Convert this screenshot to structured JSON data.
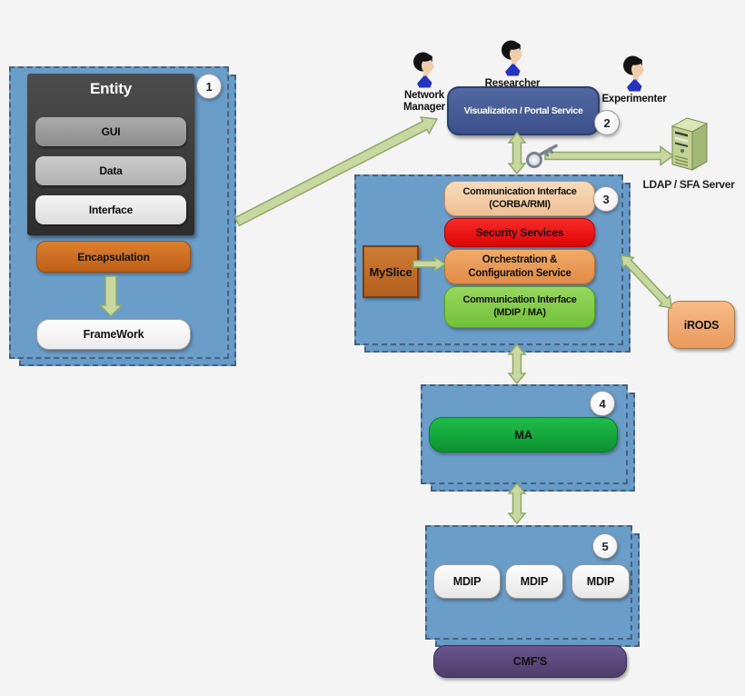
{
  "entity": {
    "badge": "1",
    "title": "Entity",
    "layers": [
      "GUI",
      "Data",
      "Interface"
    ],
    "encapsulation": "Encapsulation",
    "framework": "FrameWork"
  },
  "actors": {
    "network_manager": "Network Manager",
    "researcher": "Researcher",
    "experimenter": "Experimenter"
  },
  "portal": {
    "badge": "2",
    "label": "Visualization / Portal Service"
  },
  "ldap_server": {
    "label": "LDAP / SFA Server"
  },
  "services": {
    "badge": "3",
    "myslice": "MySlice",
    "corba": {
      "line1": "Communication Interface",
      "line2": "(CORBA/RMI)"
    },
    "security": "Security Services",
    "orchestration": {
      "line1": "Orchestration &",
      "line2": "Configuration Service"
    },
    "comm_mdip": {
      "line1": "Communication Interface",
      "line2": "(MDIP / MA)"
    }
  },
  "irods": {
    "label": "iRODS"
  },
  "ma_group": {
    "badge": "4",
    "label": "MA"
  },
  "mdip_group": {
    "badge": "5",
    "items": [
      "MDIP",
      "MDIP",
      "MDIP"
    ]
  },
  "cmfs": {
    "label": "CMF'S"
  },
  "colors": {
    "background": "#f4f4f4",
    "container_blue": "#6b9dc9",
    "portal_blue": "#43589a",
    "entity_dark": "#3a3a3a",
    "encapsulation_orange": "#cc6c20",
    "security_red": "#ee1111",
    "corba_peach": "#f2cba4",
    "orchestration_orange": "#ea9a5b",
    "comm_green": "#7ecb45",
    "myslice_orange": "#c1702c",
    "irods_peach": "#f3a977",
    "ma_green": "#12a338",
    "cmfs_purple": "#5c4a7e",
    "arrow_green": "#c9d7a0",
    "server_green": "#c0d191"
  }
}
